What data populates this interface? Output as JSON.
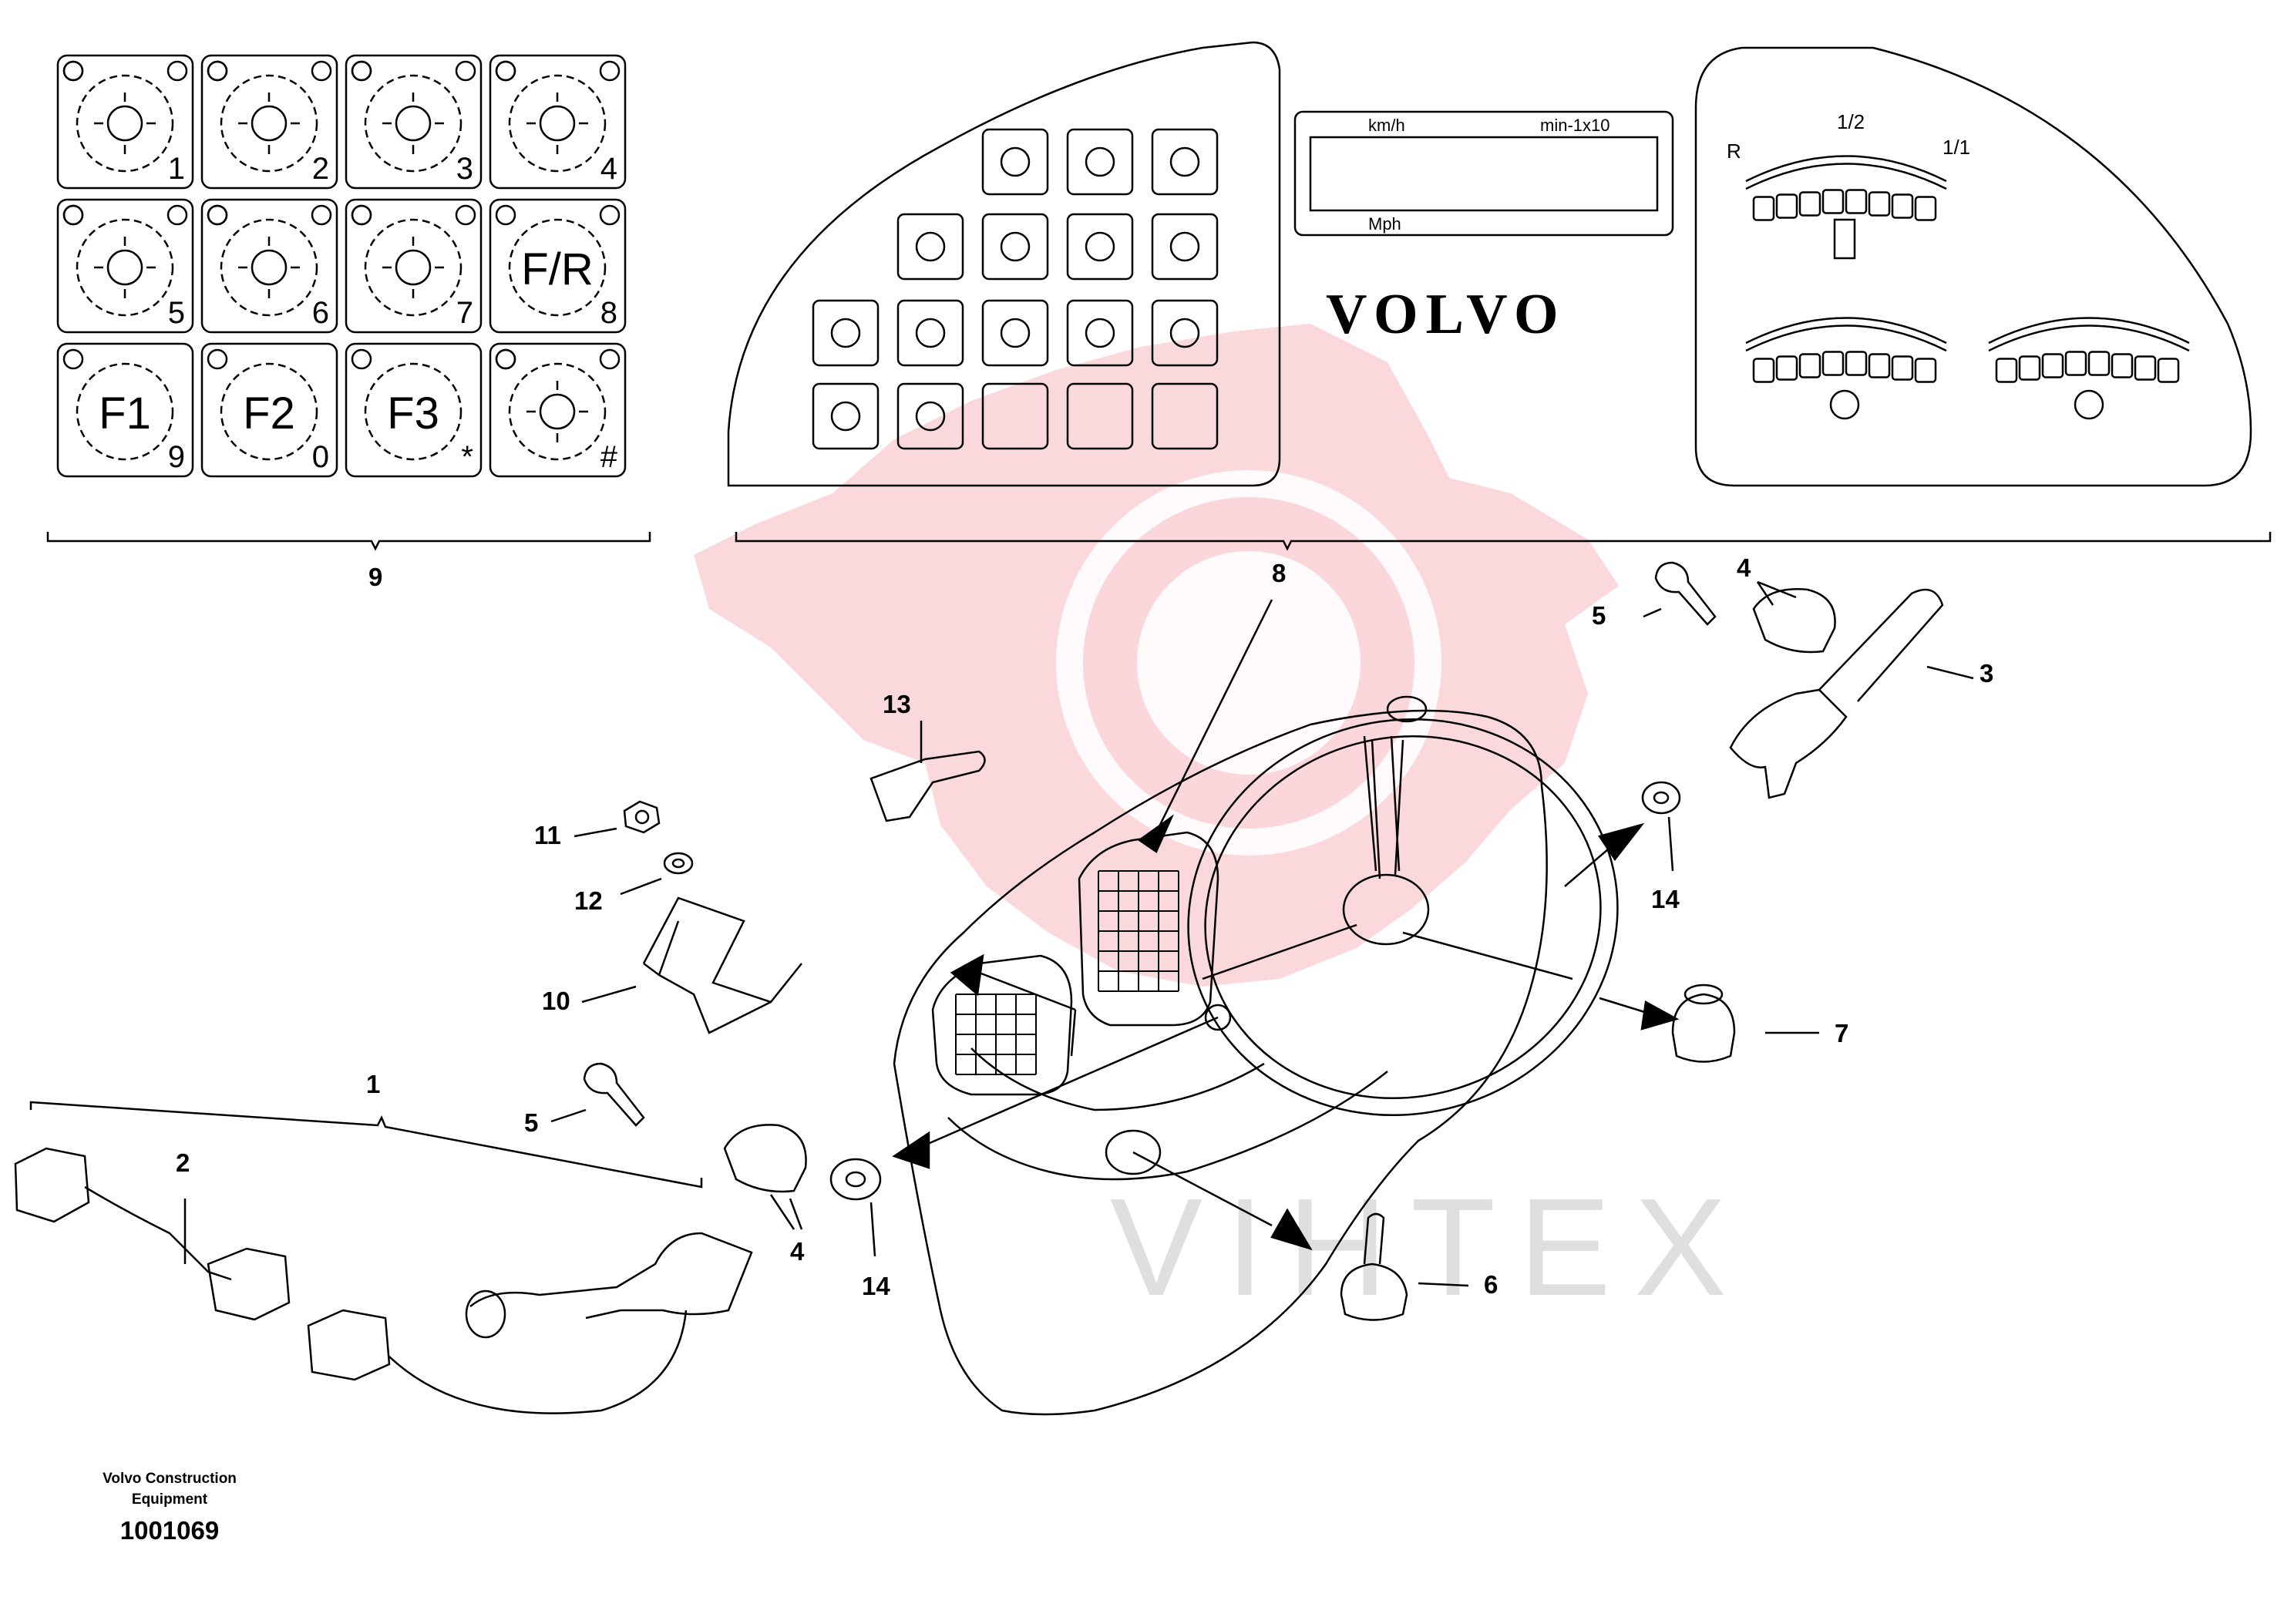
{
  "keypad": {
    "keys": [
      {
        "icon": "work-light-icon",
        "label": "1"
      },
      {
        "icon": "headlight-icon",
        "label": "2"
      },
      {
        "icon": "rear-light-icon",
        "label": "3"
      },
      {
        "icon": "hazard-icon",
        "label": "4"
      },
      {
        "icon": "beacon-icon",
        "label": "5"
      },
      {
        "icon": "wiper-icon",
        "label": "6"
      },
      {
        "icon": "boom-lock-icon",
        "label": "7"
      },
      {
        "icon": "fr-icon",
        "label": "8",
        "text": "F/R"
      },
      {
        "icon": "f1-icon",
        "label": "9",
        "text": "F1"
      },
      {
        "icon": "f2-icon",
        "label": "0",
        "text": "F2"
      },
      {
        "icon": "f3-icon",
        "label": "*",
        "text": "F3"
      },
      {
        "icon": "lever-lock-icon",
        "label": "#"
      }
    ],
    "callout": "9"
  },
  "panel": {
    "callout": "8",
    "display": {
      "speed_unit": "km/h",
      "rpm_unit": "min-1x10",
      "speed_unit_alt": "Mph"
    },
    "brand": "VOLVO",
    "fuel_gauge": {
      "label_r": "R",
      "label_half": "1/2",
      "label_full": "1/1"
    }
  },
  "callouts": [
    "1",
    "2",
    "3",
    "4",
    "4",
    "5",
    "5",
    "6",
    "7",
    "10",
    "11",
    "12",
    "13",
    "14",
    "14"
  ],
  "footer": {
    "maker_line1": "Volvo Construction",
    "maker_line2": "Equipment",
    "number": "1001069"
  },
  "watermark": {
    "text": "VIHTEX",
    "color": "#e8192c"
  }
}
